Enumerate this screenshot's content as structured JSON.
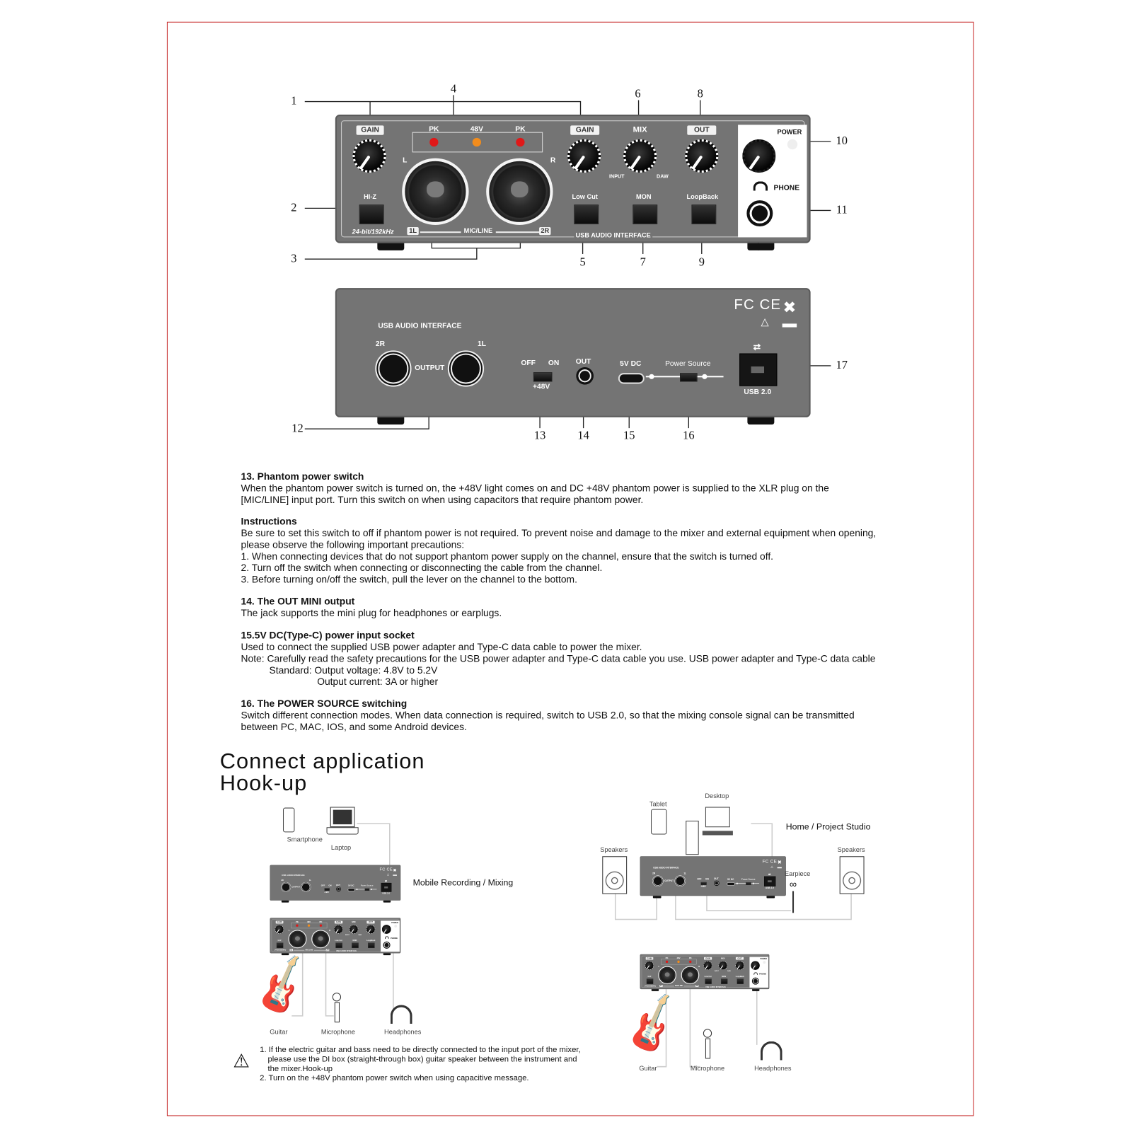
{
  "callouts": [
    "1",
    "2",
    "3",
    "4",
    "5",
    "6",
    "7",
    "8",
    "9",
    "10",
    "11",
    "12",
    "13",
    "14",
    "15",
    "16",
    "17"
  ],
  "front_panel": {
    "gain_left": "GAIN",
    "gain_right": "GAIN",
    "mix": "MIX",
    "out": "OUT",
    "pk_left": "PK",
    "v48": "48V",
    "pk_right": "PK",
    "left_ch": "L",
    "right_ch": "R",
    "input": "INPUT",
    "daw": "DAW",
    "power": "POWER",
    "phone": "PHONE",
    "hiz": "HI-Z",
    "low_cut": "Low Cut",
    "mon": "MON",
    "loopback": "LoopBack",
    "spec": "24-bit/192kHz",
    "ch1": "1L",
    "mic_line": "MIC/LINE",
    "ch2": "2R",
    "brand": "USB AUDIO INTERFACE",
    "colors": {
      "pk_led": "#e01818",
      "phantom_led": "#f28c1c",
      "panel": "#747474"
    }
  },
  "rear_panel": {
    "brand": "USB AUDIO INTERFACE",
    "out_2r": "2R",
    "out_1l": "1L",
    "output": "OUTPUT",
    "off": "OFF",
    "on": "ON",
    "v48": "+48V",
    "out": "OUT",
    "dc": "5V DC",
    "power_source": "Power Source",
    "usb": "USB 2.0",
    "cert": "FC CE"
  },
  "sections": {
    "s13": {
      "title": "13. Phantom power switch",
      "lines": [
        "When the phantom power switch is turned on, the +48V light comes on and DC +48V phantom power is supplied to the XLR plug on the",
        "[MIC/LINE] input port. Turn this switch on when using capacitors that require phantom power."
      ]
    },
    "instructions": {
      "title": "Instructions",
      "lines": [
        "Be sure to set this switch to off if phantom power is not required. To prevent noise and damage to the mixer and external equipment when opening,",
        "please observe the following important precautions:",
        "1. When connecting devices that do not support phantom power supply on the channel, ensure that the switch is turned off.",
        "2. Turn off the switch when connecting or disconnecting the cable from the channel.",
        "3. Before turning on/off the switch, pull the lever on the channel to the bottom."
      ]
    },
    "s14": {
      "title": "14. The OUT MINI output",
      "lines": [
        "The jack supports the mini plug for headphones or earplugs."
      ]
    },
    "s15": {
      "title": "15.5V DC(Type-C) power input socket",
      "lines": [
        "Used to connect the supplied USB power adapter and Type-C data cable to power the mixer.",
        "Note: Carefully read the safety precautions for the USB power adapter and Type-C data cable you use. USB power adapter and Type-C data cable",
        "Standard: Output voltage: 4.8V to 5.2V",
        "Output current: 3A or higher"
      ]
    },
    "s16": {
      "title": "16. The POWER SOURCE switching",
      "lines": [
        "Switch different connection modes. When data connection is required, switch to USB 2.0, so that the mixing console signal can be transmitted",
        "between PC, MAC, IOS, and some Android devices."
      ]
    }
  },
  "hookup": {
    "heading1": "Connect application",
    "heading2": "Hook-up",
    "mobile": {
      "title": "Mobile Recording / Mixing",
      "smartphone": "Smartphone",
      "laptop": "Laptop",
      "guitar": "Guitar",
      "microphone": "Microphone",
      "headphones": "Headphones"
    },
    "studio": {
      "title": "Home / Project Studio",
      "tablet": "Tablet",
      "desktop": "Desktop",
      "speakers_left": "Speakers",
      "speakers_right": "Speakers",
      "earpiece": "Earpiece",
      "guitar": "Guitar",
      "microphone": "Microphone",
      "headphones": "Headphones"
    },
    "notes": [
      "1. If the electric guitar and bass need to be directly connected to the input port of the mixer,",
      "please use the DI box (straight-through box) guitar speaker between the instrument and",
      "the mixer.Hook-up",
      "2. Turn on the +48V phantom power switch when using capacitive message."
    ]
  }
}
